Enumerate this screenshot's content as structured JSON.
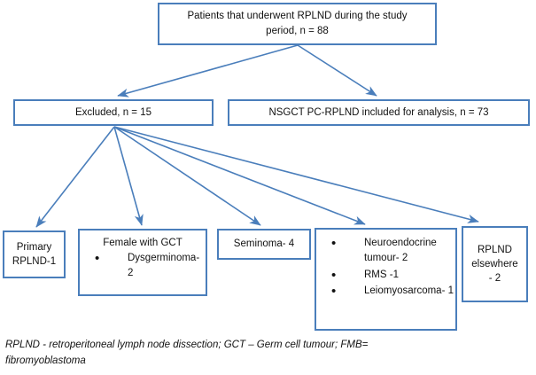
{
  "diagram": {
    "title": "Patient selection flowchart for RPLND study",
    "accent_color": "#4a7ebb",
    "text_color": "#111111",
    "background_color": "#ffffff",
    "nodes": {
      "top": {
        "line1": "Patients that underwent RPLND during the study",
        "line2": "period, n = 88"
      },
      "excluded": {
        "label": "Excluded, n = 15"
      },
      "included": {
        "label": "NSGCT PC-RPLND included for analysis, n = 73"
      },
      "primary": {
        "line1": "Primary",
        "line2": "RPLND-1"
      },
      "female": {
        "title": "Female with GCT",
        "bullets": [
          "Dysgerminoma- 2"
        ]
      },
      "seminoma": {
        "label": "Seminoma- 4"
      },
      "other": {
        "bullets": [
          "Neuroendocrine tumour- 2",
          "RMS -1",
          "Leiomyosarcoma- 1"
        ]
      },
      "elsewhere": {
        "line1": "RPLND",
        "line2": "elsewhere",
        "line3": "- 2"
      }
    },
    "footnote": {
      "line1": "RPLND - retroperitoneal  lymph node  dissection; GCT – Germ cell tumour; FMB=",
      "line2": "fibromyoblastoma"
    }
  }
}
